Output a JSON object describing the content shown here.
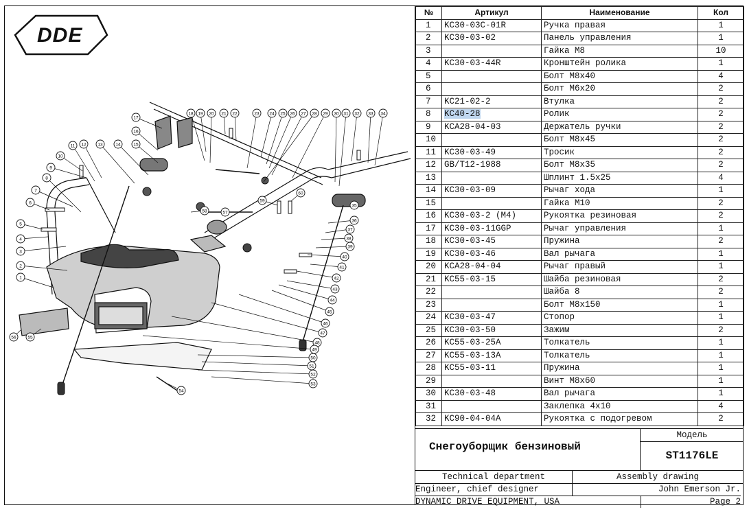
{
  "logo": "DDE",
  "table": {
    "headers": {
      "no": "№",
      "article": "Артикул",
      "name": "Наименование",
      "qty": "Кол"
    },
    "rows": [
      {
        "no": "1",
        "article": "KC30-03C-01R",
        "name": "Ручка правая",
        "qty": "1"
      },
      {
        "no": "2",
        "article": "KC30-03-02",
        "name": "Панель управления",
        "qty": "1"
      },
      {
        "no": "3",
        "article": "",
        "name": "Гайка M8",
        "qty": "10"
      },
      {
        "no": "4",
        "article": "KC30-03-44R",
        "name": "Кронштейн ролика",
        "qty": "1"
      },
      {
        "no": "5",
        "article": "",
        "name": "Болт M8x40",
        "qty": "4"
      },
      {
        "no": "6",
        "article": "",
        "name": "Болт M6x20",
        "qty": "2"
      },
      {
        "no": "7",
        "article": "KC21-02-2",
        "name": "Втулка",
        "qty": "2"
      },
      {
        "no": "8",
        "article": "KC40-28",
        "name": "Ролик",
        "qty": "2",
        "highlight": true
      },
      {
        "no": "9",
        "article": "KCA28-04-03",
        "name": "Держатель ручки",
        "qty": "2"
      },
      {
        "no": "10",
        "article": "",
        "name": "Болт M8x45",
        "qty": "2"
      },
      {
        "no": "11",
        "article": "KC30-03-49",
        "name": "Тросик",
        "qty": "2"
      },
      {
        "no": "12",
        "article": "GB/T12-1988",
        "name": "Болт M8x35",
        "qty": "2"
      },
      {
        "no": "13",
        "article": "",
        "name": "Шплинт 1.5x25",
        "qty": "4"
      },
      {
        "no": "14",
        "article": "KC30-03-09",
        "name": "Рычаг хода",
        "qty": "1"
      },
      {
        "no": "15",
        "article": "",
        "name": "Гайка M10",
        "qty": "2"
      },
      {
        "no": "16",
        "article": "KC30-03-2 (M4)",
        "name": "Рукоятка резиновая",
        "qty": "2"
      },
      {
        "no": "17",
        "article": "KC30-03-11GGP",
        "name": "Рычаг управления",
        "qty": "1"
      },
      {
        "no": "18",
        "article": "KC30-03-45",
        "name": "Пружина",
        "qty": "2"
      },
      {
        "no": "19",
        "article": "KC30-03-46",
        "name": "Вал рычага",
        "qty": "1"
      },
      {
        "no": "20",
        "article": "KCA28-04-04",
        "name": "Рычаг правый",
        "qty": "1"
      },
      {
        "no": "21",
        "article": "KC55-03-15",
        "name": "Шайба резиновая",
        "qty": "2"
      },
      {
        "no": "22",
        "article": "",
        "name": "Шайба 8",
        "qty": "2"
      },
      {
        "no": "23",
        "article": "",
        "name": "Болт M8x150",
        "qty": "1"
      },
      {
        "no": "24",
        "article": "KC30-03-47",
        "name": "Стопор",
        "qty": "1"
      },
      {
        "no": "25",
        "article": "KC30-03-50",
        "name": "Зажим",
        "qty": "2"
      },
      {
        "no": "26",
        "article": "KC55-03-25A",
        "name": "Толкатель",
        "qty": "1"
      },
      {
        "no": "27",
        "article": "KC55-03-13A",
        "name": "Толкатель",
        "qty": "1"
      },
      {
        "no": "28",
        "article": "KC55-03-11",
        "name": "Пружина",
        "qty": "1"
      },
      {
        "no": "29",
        "article": "",
        "name": "Винт M8x60",
        "qty": "1"
      },
      {
        "no": "30",
        "article": "KC30-03-48",
        "name": "Вал рычага",
        "qty": "1"
      },
      {
        "no": "31",
        "article": "",
        "name": "Заклепка 4x10",
        "qty": "4"
      },
      {
        "no": "32",
        "article": "KC90-04-04A",
        "name": "Рукоятка с подогревом",
        "qty": "2"
      }
    ]
  },
  "titleblock": {
    "product": "Снегоуборщик бензиновый",
    "model_label": "Модель",
    "model": "ST1176LE",
    "department": "Technical department",
    "doc_type": "Assembly drawing",
    "role": "Engineer, chief designer",
    "person": "John Emerson Jr.",
    "company": "DYNAMIC DRIVE EQUIPMENT, USA",
    "page": "Page 2"
  },
  "callouts": [
    "1",
    "2",
    "3",
    "4",
    "5",
    "6",
    "7",
    "8",
    "9",
    "10",
    "11",
    "12",
    "13",
    "14",
    "15",
    "16",
    "17",
    "18",
    "19",
    "20",
    "21",
    "22",
    "23",
    "24",
    "25",
    "26",
    "27",
    "28",
    "29",
    "30",
    "31",
    "32",
    "33",
    "34",
    "35",
    "36",
    "37",
    "38",
    "39",
    "40",
    "41",
    "42",
    "43",
    "44",
    "45",
    "46",
    "47",
    "48",
    "49",
    "50",
    "51",
    "52",
    "53",
    "54",
    "55",
    "56",
    "57",
    "58",
    "59",
    "60"
  ]
}
